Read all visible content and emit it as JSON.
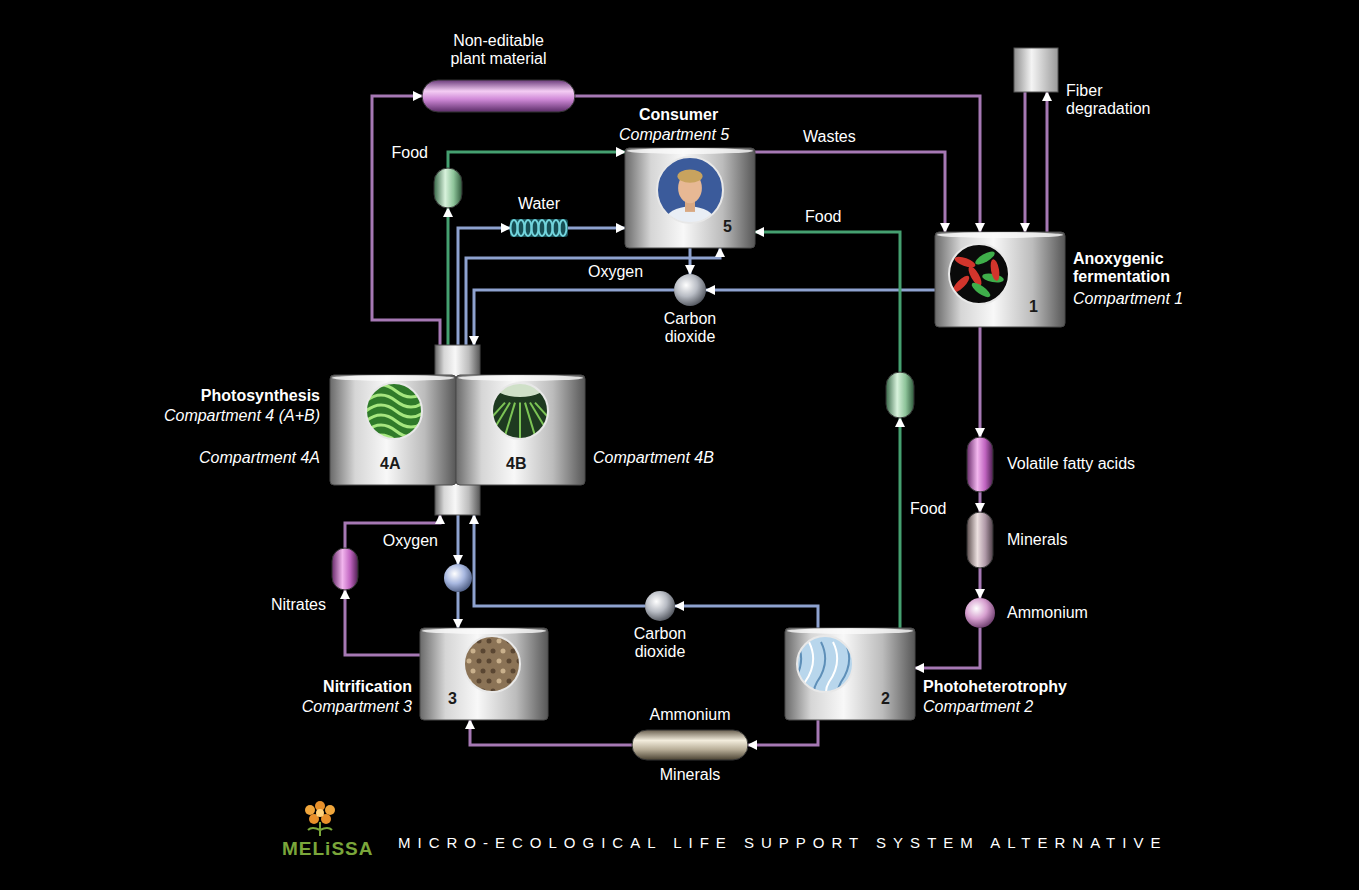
{
  "diagram": {
    "nodes": [
      {
        "text": [
          "Non-editable plant material"
        ]
      },
      {
        "text": [
          "Consumer",
          "Compartment 5",
          "5"
        ]
      },
      {
        "text": [
          "Fiber degradation"
        ]
      },
      {
        "text": [
          "Anoxygenic fermentation",
          "Compartment 1",
          "1"
        ]
      },
      {
        "text": [
          "Food"
        ]
      },
      {
        "text": [
          "Water"
        ]
      },
      {
        "text": [
          "Carbon dioxide"
        ]
      },
      {
        "text": [
          "Photosynthesis",
          "Compartment 4 (A+B)"
        ]
      },
      {
        "text": [
          "Compartment 4A",
          "4A"
        ],
        "in": 7
      },
      {
        "text": [
          "4B",
          "Compartment 4B"
        ],
        "in": 7
      },
      {
        "text": [
          "Food"
        ]
      },
      {
        "text": [
          "Volatile fatty acids"
        ]
      },
      {
        "text": [
          "Minerals"
        ]
      },
      {
        "text": [
          "Ammonium"
        ]
      },
      {
        "text": [
          "Nitrates"
        ]
      },
      {
        "text": [
          "Oxygen"
        ]
      },
      {
        "text": [
          "Carbon dioxide"
        ]
      },
      {
        "text": [
          "Nitrification",
          "Compartment 3",
          "3"
        ]
      },
      {
        "text": [
          "Photoheterotrophy",
          "Compartment 2",
          "2"
        ]
      },
      {
        "text": [
          "Ammonium",
          "Minerals"
        ]
      }
    ],
    "edges": [
      {
        "from": 7,
        "to": 0,
        "arrow": "to"
      },
      {
        "from": 0,
        "to": 3,
        "arrow": "to"
      },
      {
        "from": 7,
        "to": 4,
        "arrow": "to"
      },
      {
        "from": 4,
        "to": 1,
        "arrow": "to"
      },
      {
        "from": 7,
        "to": 5,
        "arrow": "to"
      },
      {
        "from": 5,
        "to": 1,
        "arrow": "to"
      },
      {
        "from": 7,
        "to": 1,
        "label": "Oxygen",
        "arrow": "to"
      },
      {
        "from": 1,
        "to": 3,
        "label": "Wastes",
        "arrow": "to"
      },
      {
        "from": 2,
        "to": 3,
        "arrow": "to"
      },
      {
        "from": 3,
        "to": 2,
        "arrow": "to"
      },
      {
        "from": 3,
        "to": 6,
        "arrow": "to"
      },
      {
        "from": 1,
        "to": 6,
        "arrow": "to"
      },
      {
        "from": 6,
        "to": 7,
        "arrow": "to"
      },
      {
        "from": 3,
        "to": 11,
        "arrow": "to"
      },
      {
        "from": 11,
        "to": 12,
        "arrow": "to"
      },
      {
        "from": 12,
        "to": 13,
        "arrow": "to"
      },
      {
        "from": 13,
        "to": 18,
        "arrow": "to"
      },
      {
        "from": 18,
        "to": 10,
        "arrow": "to"
      },
      {
        "from": 10,
        "to": 1,
        "label": "Food",
        "arrow": "to"
      },
      {
        "from": 18,
        "to": 16,
        "arrow": "to"
      },
      {
        "from": 16,
        "to": 7,
        "arrow": "to"
      },
      {
        "from": 18,
        "to": 19,
        "arrow": "to"
      },
      {
        "from": 19,
        "to": 17,
        "arrow": "to"
      },
      {
        "from": 17,
        "to": 14,
        "arrow": "to"
      },
      {
        "from": 14,
        "to": 7,
        "arrow": "to"
      },
      {
        "from": 7,
        "to": 15,
        "arrow": "to"
      },
      {
        "from": 15,
        "to": 17,
        "arrow": "to"
      }
    ],
    "labels": [
      "MELiSSA",
      "MICRO-ECOLOGICAL LIFE SUPPORT SYSTEM ALTERNATIVE"
    ]
  }
}
